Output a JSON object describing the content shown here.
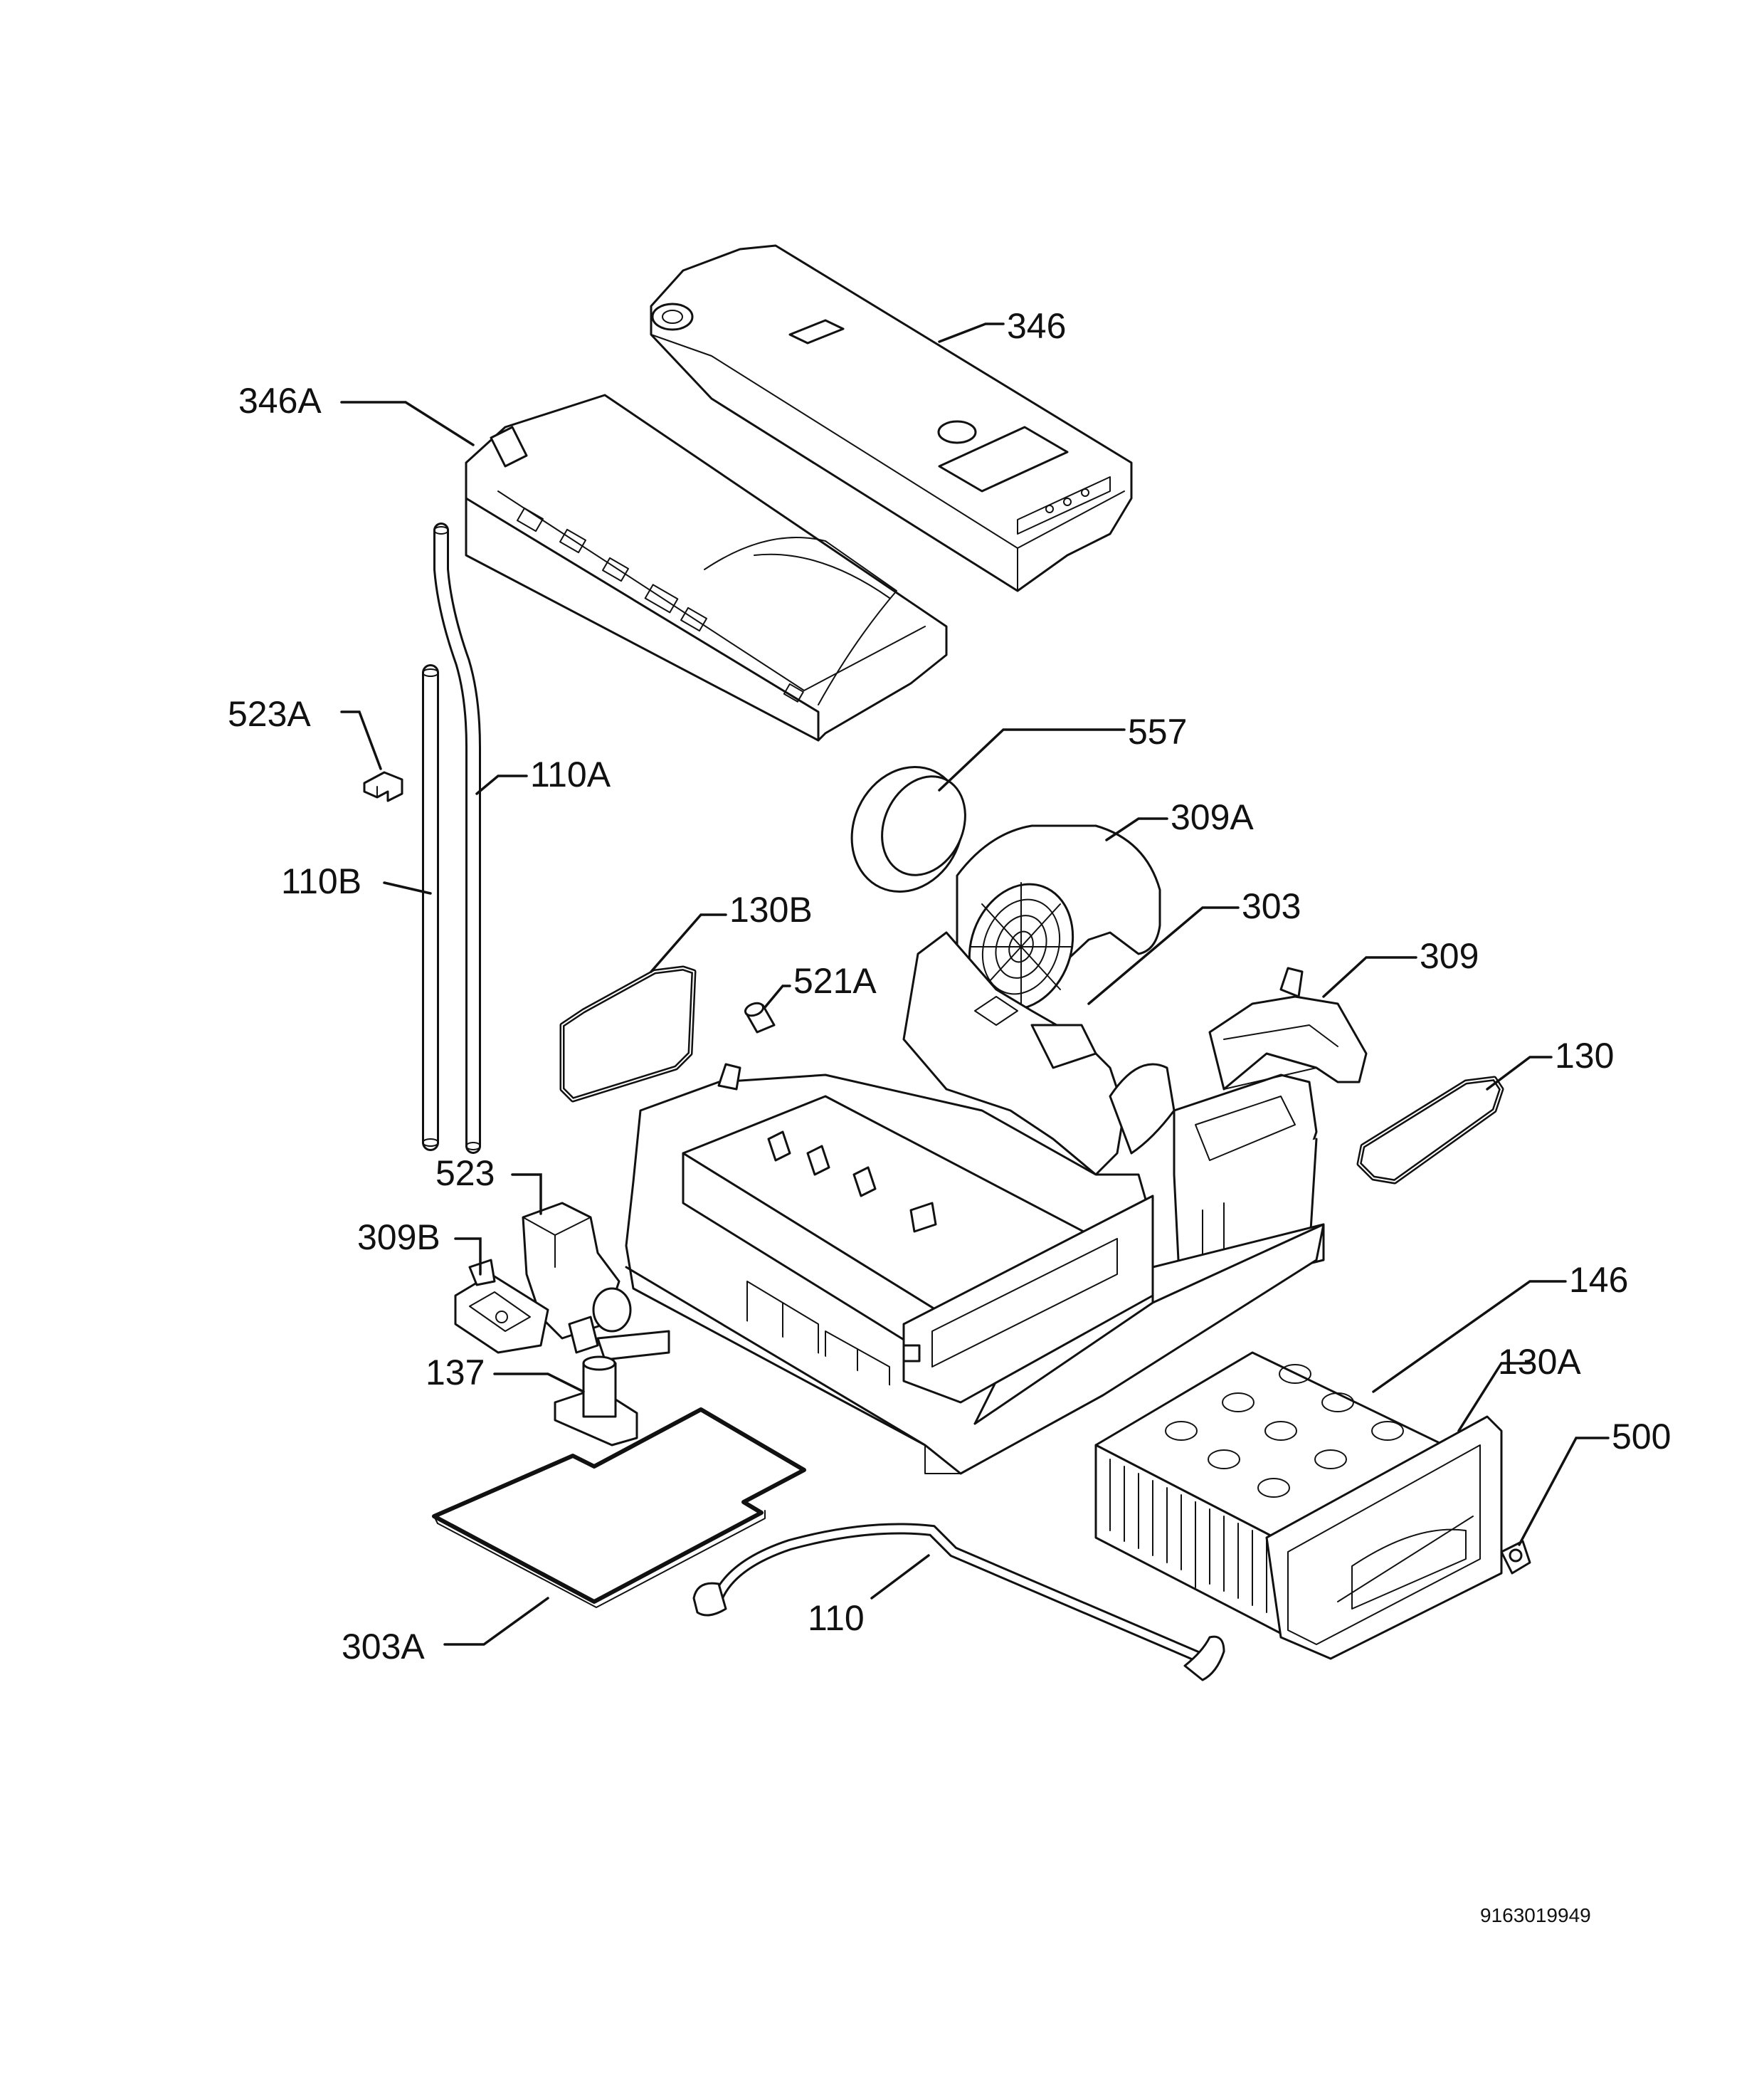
{
  "labels": {
    "p346": "346",
    "p346A": "346A",
    "p523A": "523A",
    "p110A": "110A",
    "p110B": "110B",
    "p557": "557",
    "p309A": "309A",
    "p303": "303",
    "p130B": "130B",
    "p521A": "521A",
    "p309": "309",
    "p130": "130",
    "p523": "523",
    "p309B": "309B",
    "p137": "137",
    "p146": "146",
    "p130A": "130A",
    "p500": "500",
    "p110": "110",
    "p303A": "303A"
  },
  "drawing_number": "9163019949",
  "colors": {
    "line": "#111111",
    "background": "#ffffff"
  }
}
